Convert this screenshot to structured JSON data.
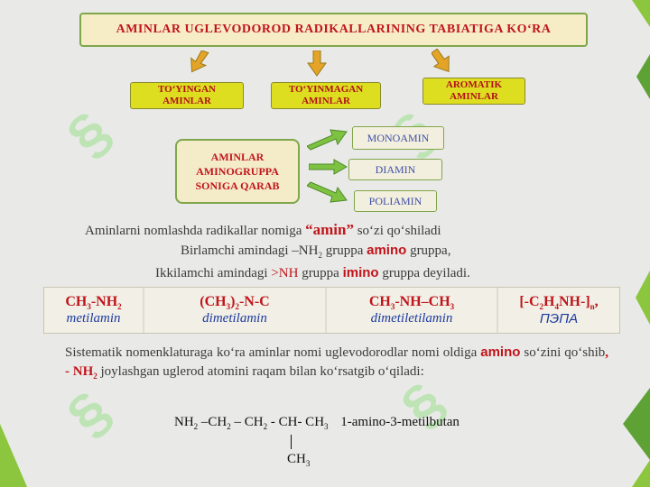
{
  "title": "AMINLAR  UGLEVODOROD  RADIKALLARINING  TABIATIGA  KO‘RA",
  "categories": [
    {
      "label": "TO‘YINGAN AMINLAR"
    },
    {
      "label": "TO‘YINMAGAN AMINLAR"
    },
    {
      "label": "AROMATIK AMINLAR"
    }
  ],
  "aminogroup": {
    "label_lines": [
      "AMINLAR",
      "AMINOGRUPPA",
      "SONIGA  QARAB"
    ],
    "types": [
      "MONOAMIN",
      "DIAMIN",
      "POLIAMIN"
    ]
  },
  "text": {
    "line1_a": "Aminlarni nomlashda radikallar nomiga ",
    "line1_b": "“amin”",
    "line1_c": " so‘zi qo‘shiladi",
    "line2_a": "Birlamchi amindagi  –NH",
    "line2_sub": "2",
    "line2_b": " gruppa  ",
    "line2_c": "amino",
    "line2_d": " gruppa,",
    "line3_a": "Ikkilamchi amindagi  ",
    "line3_b": ">NH",
    "line3_c": " gruppa ",
    "line3_d": "imino",
    "line3_e": "  gruppa deyiladi."
  },
  "table": [
    {
      "formula_parts": [
        "CH",
        "3",
        "-NH",
        "2"
      ],
      "name": "metilamin"
    },
    {
      "formula_parts": [
        "(CH",
        "3",
        ")",
        "2",
        "-N-C"
      ],
      "name": "dimetilamin"
    },
    {
      "formula_parts": [
        "CH",
        "3",
        "-NH–CH",
        "3"
      ],
      "name": "dimetiletilamin"
    },
    {
      "formula_parts": [
        "[-C",
        "2",
        "H",
        "4",
        "NH-]",
        "n",
        ","
      ],
      "name": "ПЭПА"
    }
  ],
  "paragraph": {
    "p1": "Sistematik nomenklaturaga ko‘ra aminlar nomi uglevodorodlar nomi oldiga ",
    "p2": "amino",
    "p3": " so‘zini qo‘shib",
    "p4": ", - NH",
    "p4sub": "2",
    "p5": " joylashgan uglerod atomini raqam bilan ko‘rsatgib o‘qiladi:"
  },
  "structure": {
    "main_a": "NH",
    "main_a_sub": "2",
    "main_b": " –CH",
    "main_b_sub": "2",
    "main_c": " – CH",
    "main_c_sub": "2",
    "main_d": "  - CH- CH",
    "main_d_sub": "3",
    "name": "1-amino-3-metilbutan",
    "branch": "CH",
    "branch_sub": "3"
  },
  "colors": {
    "accent_red": "#c0151b",
    "green": "#7fa64a",
    "yellow": "#dede21",
    "blue": "#1e3aa0"
  }
}
